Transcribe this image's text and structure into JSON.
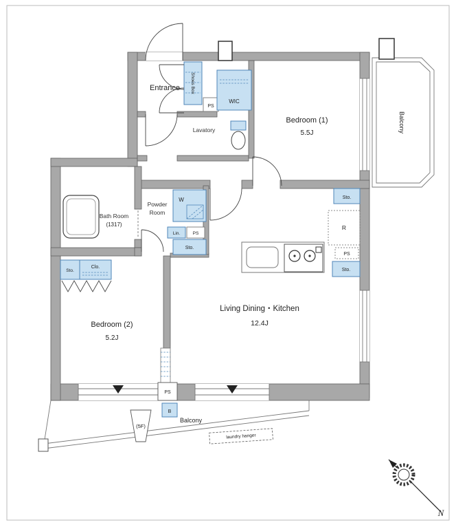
{
  "colors": {
    "paper": "#ffffff",
    "border": "#b8b8b8",
    "wall_fill": "#a8a8a8",
    "wall_stroke": "#5f5f5f",
    "line": "#3c3c3c",
    "fixture_fill": "#c7e0f2",
    "fixture_stroke": "#4f86b8",
    "text": "#222222"
  },
  "rooms": {
    "entrance": {
      "name": "Entrance"
    },
    "lavatory": {
      "name": "Lavatory"
    },
    "bedroom1": {
      "name": "Bedroom (1)",
      "size": "5.5J"
    },
    "bedroom2": {
      "name": "Bedroom (2)",
      "size": "5.2J"
    },
    "ldk": {
      "name": "Living Dining・Kitchen",
      "size": "12.4J"
    },
    "bath": {
      "name": "Bath Room",
      "size": "(1317)"
    },
    "powder": {
      "line1": "Powder",
      "line2": "Room"
    },
    "balcony_right": {
      "name": "Balcony"
    },
    "balcony_bottom": {
      "name": "Balcony"
    }
  },
  "fixtures": {
    "shoes_box": "Shoes Box",
    "wic": "WIC",
    "ps": "PS",
    "washer": "W",
    "linen": "Lin.",
    "storage": "Sto.",
    "closet": "Clo.",
    "refrigerator": "R",
    "balcony_storage": "B"
  },
  "annotations": {
    "floor": "(5F)",
    "laundry_hanger": "laundry hanger",
    "north": "N"
  }
}
